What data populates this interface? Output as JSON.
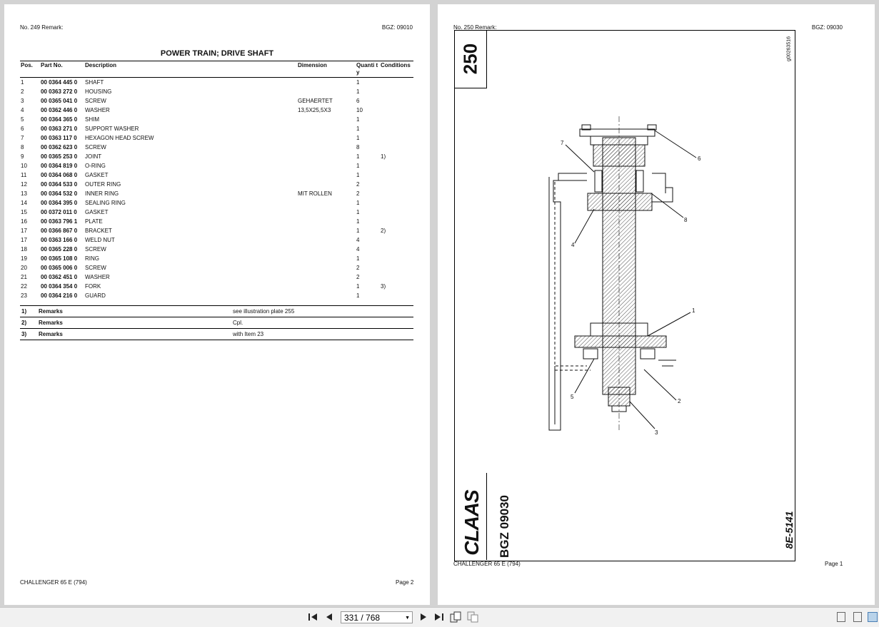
{
  "left_page": {
    "header_left": "No. 249   Remark:",
    "header_right": "BGZ: 09010",
    "title": "POWER TRAIN; DRIVE SHAFT",
    "columns": {
      "pos": "Pos.",
      "part": "Part No.",
      "desc": "Description",
      "dim": "Dimension",
      "qty": "Quanti ty",
      "cond": "Conditions"
    },
    "rows": [
      {
        "pos": "1",
        "part": "00 0364 445 0",
        "desc": "SHAFT",
        "dim": "",
        "qty": "1",
        "cond": ""
      },
      {
        "pos": "2",
        "part": "00 0363 272 0",
        "desc": "HOUSING",
        "dim": "",
        "qty": "1",
        "cond": ""
      },
      {
        "pos": "3",
        "part": "00 0365 041 0",
        "desc": "SCREW",
        "dim": "GEHAERTET",
        "qty": "6",
        "cond": ""
      },
      {
        "pos": "4",
        "part": "00 0362 446 0",
        "desc": "WASHER",
        "dim": "13,5X25,5X3",
        "qty": "10",
        "cond": ""
      },
      {
        "pos": "5",
        "part": "00 0364 365 0",
        "desc": "SHIM",
        "dim": "",
        "qty": "1",
        "cond": ""
      },
      {
        "pos": "6",
        "part": "00 0363 271 0",
        "desc": "SUPPORT WASHER",
        "dim": "",
        "qty": "1",
        "cond": ""
      },
      {
        "pos": "7",
        "part": "00 0363 117 0",
        "desc": "HEXAGON HEAD SCREW",
        "dim": "",
        "qty": "1",
        "cond": ""
      },
      {
        "pos": "8",
        "part": "00 0362 623 0",
        "desc": "SCREW",
        "dim": "",
        "qty": "8",
        "cond": ""
      },
      {
        "pos": "9",
        "part": "00 0365 253 0",
        "desc": "JOINT",
        "dim": "",
        "qty": "1",
        "cond": "1)"
      },
      {
        "pos": "10",
        "part": "00 0364 819 0",
        "desc": "O-RING",
        "dim": "",
        "qty": "1",
        "cond": ""
      },
      {
        "pos": "11",
        "part": "00 0364 068 0",
        "desc": "GASKET",
        "dim": "",
        "qty": "1",
        "cond": ""
      },
      {
        "pos": "12",
        "part": "00 0364 533 0",
        "desc": "OUTER RING",
        "dim": "",
        "qty": "2",
        "cond": ""
      },
      {
        "pos": "13",
        "part": "00 0364 532 0",
        "desc": "INNER RING",
        "dim": "MIT ROLLEN",
        "qty": "2",
        "cond": ""
      },
      {
        "pos": "14",
        "part": "00 0364 395 0",
        "desc": "SEALING RING",
        "dim": "",
        "qty": "1",
        "cond": ""
      },
      {
        "pos": "15",
        "part": "00 0372 011 0",
        "desc": "GASKET",
        "dim": "",
        "qty": "1",
        "cond": ""
      },
      {
        "pos": "16",
        "part": "00 0363 796 1",
        "desc": "PLATE",
        "dim": "",
        "qty": "1",
        "cond": ""
      },
      {
        "pos": "17",
        "part": "00 0366 867 0",
        "desc": "BRACKET",
        "dim": "",
        "qty": "1",
        "cond": "2)"
      },
      {
        "pos": "17",
        "part": "00 0363 166 0",
        "desc": "WELD NUT",
        "dim": "",
        "qty": "4",
        "cond": ""
      },
      {
        "pos": "18",
        "part": "00 0365 228 0",
        "desc": "SCREW",
        "dim": "",
        "qty": "4",
        "cond": ""
      },
      {
        "pos": "19",
        "part": "00 0365 108 0",
        "desc": "RING",
        "dim": "",
        "qty": "1",
        "cond": ""
      },
      {
        "pos": "20",
        "part": "00 0365 006 0",
        "desc": "SCREW",
        "dim": "",
        "qty": "2",
        "cond": ""
      },
      {
        "pos": "21",
        "part": "00 0362 451 0",
        "desc": "WASHER",
        "dim": "",
        "qty": "2",
        "cond": ""
      },
      {
        "pos": "22",
        "part": "00 0364 354 0",
        "desc": "FORK",
        "dim": "",
        "qty": "1",
        "cond": "3)"
      },
      {
        "pos": "23",
        "part": "00 0364 216 0",
        "desc": "GUARD",
        "dim": "",
        "qty": "1",
        "cond": ""
      }
    ],
    "remarks": [
      {
        "key": "1)",
        "label": "Remarks",
        "text": "see illustration plate   255"
      },
      {
        "key": "2)",
        "label": "Remarks",
        "text": "Cpl."
      },
      {
        "key": "3)",
        "label": "Remarks",
        "text": "with Item 23"
      }
    ],
    "footer_left": "CHALLENGER 65 E (794)",
    "footer_right": "Page 2"
  },
  "right_page": {
    "header_left": "No. 250   Remark:",
    "header_right": "BGZ: 09030",
    "plate_number": "250",
    "brand": "CLAAS",
    "bgz_label": "BGZ 09030",
    "drawing_code": "g00263516",
    "drawing_ref": "8E-5141",
    "callouts": [
      "1",
      "2",
      "3",
      "4",
      "5",
      "6",
      "7",
      "8"
    ],
    "footer_left": "CHALLENGER 65 E (794)",
    "footer_right": "Page 1"
  },
  "toolbar": {
    "page_indicator": "331 / 768"
  },
  "colors": {
    "background": "#d3d3d3",
    "page": "#ffffff",
    "toolbar": "#f1f1f1"
  }
}
